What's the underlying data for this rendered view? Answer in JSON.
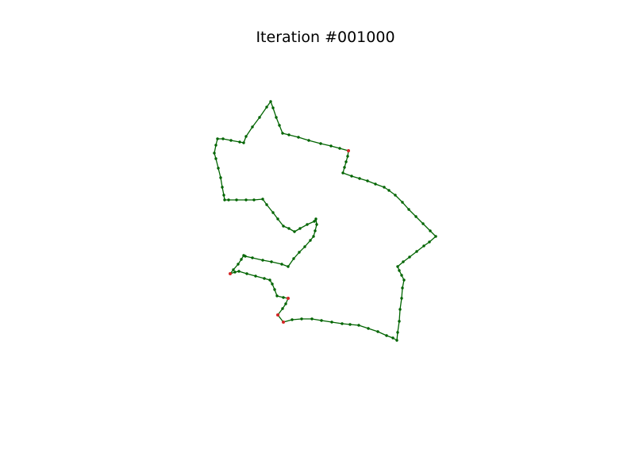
{
  "title": "Iteration #001000",
  "chart_data": {
    "type": "line",
    "title": "Iteration #001000",
    "xlabel": "",
    "ylabel": "",
    "axes_visible": false,
    "grid": false,
    "closed_path": true,
    "colors": {
      "path": "#006400",
      "node": "#006400",
      "highlight": "#d62728"
    },
    "points": [
      [
        341,
        128
      ],
      [
        336,
        135
      ],
      [
        327,
        148
      ],
      [
        318,
        160
      ],
      [
        310,
        172
      ],
      [
        307,
        180
      ],
      [
        302,
        179
      ],
      [
        291,
        177
      ],
      [
        281,
        175
      ],
      [
        274,
        175
      ],
      [
        272,
        183
      ],
      [
        270,
        193
      ],
      [
        272,
        200
      ],
      [
        275,
        212
      ],
      [
        278,
        224
      ],
      [
        280,
        236
      ],
      [
        282,
        246
      ],
      [
        283,
        252
      ],
      [
        288,
        252
      ],
      [
        298,
        252
      ],
      [
        310,
        252
      ],
      [
        320,
        252
      ],
      [
        331,
        251
      ],
      [
        336,
        258
      ],
      [
        344,
        268
      ],
      [
        350,
        276
      ],
      [
        357,
        285
      ],
      [
        364,
        288
      ],
      [
        371,
        292
      ],
      [
        378,
        288
      ],
      [
        387,
        283
      ],
      [
        396,
        279
      ],
      [
        398,
        276
      ],
      [
        399,
        283
      ],
      [
        397,
        291
      ],
      [
        395,
        298
      ],
      [
        391,
        303
      ],
      [
        384,
        311
      ],
      [
        377,
        318
      ],
      [
        370,
        326
      ],
      [
        363,
        336
      ],
      [
        355,
        333
      ],
      [
        342,
        330
      ],
      [
        331,
        328
      ],
      [
        318,
        325
      ],
      [
        309,
        323
      ],
      [
        307,
        322
      ],
      [
        304,
        327
      ],
      [
        300,
        333
      ],
      [
        294,
        340
      ],
      [
        290,
        345
      ],
      [
        296,
        343
      ],
      [
        301,
        342
      ],
      [
        311,
        345
      ],
      [
        322,
        348
      ],
      [
        333,
        351
      ],
      [
        340,
        353
      ],
      [
        343,
        358
      ],
      [
        346,
        365
      ],
      [
        349,
        373
      ],
      [
        357,
        375
      ],
      [
        363,
        376
      ],
      [
        360,
        383
      ],
      [
        356,
        389
      ],
      [
        350,
        397
      ],
      [
        357,
        406
      ],
      [
        368,
        403
      ],
      [
        380,
        402
      ],
      [
        393,
        402
      ],
      [
        405,
        404
      ],
      [
        418,
        406
      ],
      [
        431,
        408
      ],
      [
        441,
        409
      ],
      [
        452,
        410
      ],
      [
        464,
        414
      ],
      [
        476,
        418
      ],
      [
        487,
        423
      ],
      [
        495,
        426
      ],
      [
        500,
        429
      ],
      [
        501,
        419
      ],
      [
        503,
        405
      ],
      [
        504,
        390
      ],
      [
        506,
        376
      ],
      [
        507,
        363
      ],
      [
        509,
        353
      ],
      [
        506,
        347
      ],
      [
        503,
        341
      ],
      [
        501,
        336
      ],
      [
        508,
        330
      ],
      [
        516,
        324
      ],
      [
        525,
        317
      ],
      [
        534,
        310
      ],
      [
        541,
        305
      ],
      [
        549,
        298
      ],
      [
        542,
        291
      ],
      [
        533,
        282
      ],
      [
        524,
        273
      ],
      [
        515,
        264
      ],
      [
        507,
        255
      ],
      [
        498,
        246
      ],
      [
        490,
        240
      ],
      [
        484,
        236
      ],
      [
        473,
        232
      ],
      [
        463,
        228
      ],
      [
        453,
        225
      ],
      [
        443,
        222
      ],
      [
        432,
        218
      ],
      [
        434,
        211
      ],
      [
        436,
        204
      ],
      [
        438,
        197
      ],
      [
        439,
        190
      ],
      [
        428,
        187
      ],
      [
        417,
        184
      ],
      [
        404,
        181
      ],
      [
        389,
        177
      ],
      [
        376,
        173
      ],
      [
        364,
        170
      ],
      [
        356,
        168
      ],
      [
        352,
        158
      ],
      [
        348,
        148
      ],
      [
        344,
        136
      ]
    ],
    "highlighted_points": [
      [
        439,
        190
      ],
      [
        290,
        345
      ],
      [
        363,
        376
      ],
      [
        350,
        397
      ],
      [
        357,
        406
      ]
    ]
  }
}
